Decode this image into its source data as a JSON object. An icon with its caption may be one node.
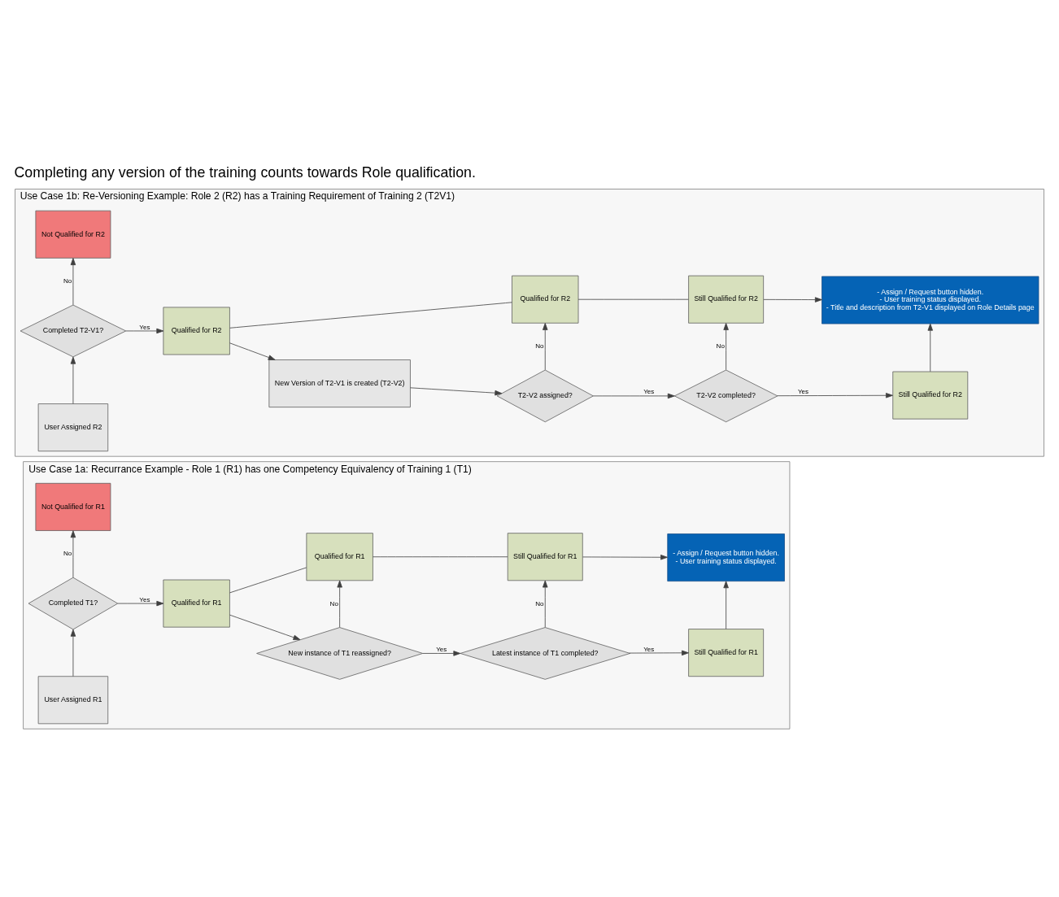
{
  "diagram": {
    "title": "Completing any version of the training counts towards Role qualification.",
    "nodes": [
      {
        "text": [
          "Use Case 1a: Recurrance Example - Role 1 (R1) has one Competency Equivalency of Training 1 (T1)"
        ]
      },
      {
        "text": [
          "User Assigned R1"
        ],
        "in": 0
      },
      {
        "text": [
          "Completed T1?"
        ],
        "in": 0
      },
      {
        "text": [
          "Qualified for R1"
        ],
        "in": 0
      },
      {
        "text": [
          "New instance of T1 reassigned?"
        ],
        "in": 0
      },
      {
        "text": [
          "Latest instance of T1 completed?"
        ],
        "in": 0
      },
      {
        "text": [
          "Still Qualified for R1"
        ],
        "in": 0
      },
      {
        "text": [
          "Not Qualified for R1"
        ],
        "in": 0
      },
      {
        "text": [
          "Qualified for R1"
        ],
        "in": 0
      },
      {
        "text": [
          "Still Qualified for R1"
        ],
        "in": 0
      },
      {
        "text": [
          "- Assign / Request button hidden.",
          "- User training status displayed."
        ],
        "in": 0
      },
      {
        "text": [
          "Use Case 1b: Re-Versioning Example: Role 2 (R2) has a Training Requirement of Training 2 (T2V1)"
        ]
      },
      {
        "text": [
          "User Assigned R2"
        ],
        "in": 11
      },
      {
        "text": [
          "Completed T2-V1?"
        ],
        "in": 11
      },
      {
        "text": [
          "Qualified for R2"
        ],
        "in": 11
      },
      {
        "text": [
          "New Version of T2-V1 is created (T2-V2)"
        ],
        "in": 11
      },
      {
        "text": [
          "T2-V2 assigned?"
        ],
        "in": 11
      },
      {
        "text": [
          "T2-V2 completed?"
        ],
        "in": 11
      },
      {
        "text": [
          "Still Qualified for R2"
        ],
        "in": 11
      },
      {
        "text": [
          "Not Qualified for R2"
        ],
        "in": 11
      },
      {
        "text": [
          "Qualified for R2"
        ],
        "in": 11
      },
      {
        "text": [
          "Still Qualified for R2"
        ],
        "in": 11
      },
      {
        "text": [
          "- Assign / Request button hidden.",
          "- User training status displayed.",
          "- Title and description from T2-V1 displayed on Role Details page"
        ],
        "in": 11
      }
    ],
    "edges": [
      {
        "from": 1,
        "to": 2,
        "arrow": "to"
      },
      {
        "from": 2,
        "to": 3,
        "arrow": "to",
        "label": "Yes"
      },
      {
        "from": 3,
        "to": 4,
        "arrow": "to"
      },
      {
        "from": 4,
        "to": 5,
        "arrow": "to",
        "label": "Yes"
      },
      {
        "from": 5,
        "to": 6,
        "arrow": "to",
        "label": "Yes"
      },
      {
        "from": 2,
        "to": 7,
        "arrow": "to",
        "label": "No"
      },
      {
        "from": 4,
        "to": 8,
        "arrow": "to",
        "label": "No"
      },
      {
        "from": 5,
        "to": 9,
        "arrow": "to",
        "label": "No"
      },
      {
        "from": 6,
        "to": 10,
        "arrow": "to"
      },
      {
        "from": 3,
        "to": 8,
        "arrow": "none"
      },
      {
        "from": 8,
        "to": 9,
        "arrow": "none"
      },
      {
        "from": 9,
        "to": 10,
        "arrow": "to"
      },
      {
        "from": 12,
        "to": 13,
        "arrow": "to"
      },
      {
        "from": 13,
        "to": 14,
        "arrow": "to",
        "label": "Yes"
      },
      {
        "from": 14,
        "to": 15,
        "arrow": "to"
      },
      {
        "from": 15,
        "to": 16,
        "arrow": "to"
      },
      {
        "from": 16,
        "to": 17,
        "arrow": "to",
        "label": "Yes"
      },
      {
        "from": 17,
        "to": 18,
        "arrow": "to",
        "label": "Yes"
      },
      {
        "from": 13,
        "to": 19,
        "arrow": "to",
        "label": "No"
      },
      {
        "from": 16,
        "to": 20,
        "arrow": "to",
        "label": "No"
      },
      {
        "from": 17,
        "to": 21,
        "arrow": "to",
        "label": "No"
      },
      {
        "from": 18,
        "to": 22,
        "arrow": "to"
      },
      {
        "from": 14,
        "to": 20,
        "arrow": "none"
      },
      {
        "from": 20,
        "to": 21,
        "arrow": "none"
      },
      {
        "from": 21,
        "to": 22,
        "arrow": "to"
      }
    ]
  }
}
